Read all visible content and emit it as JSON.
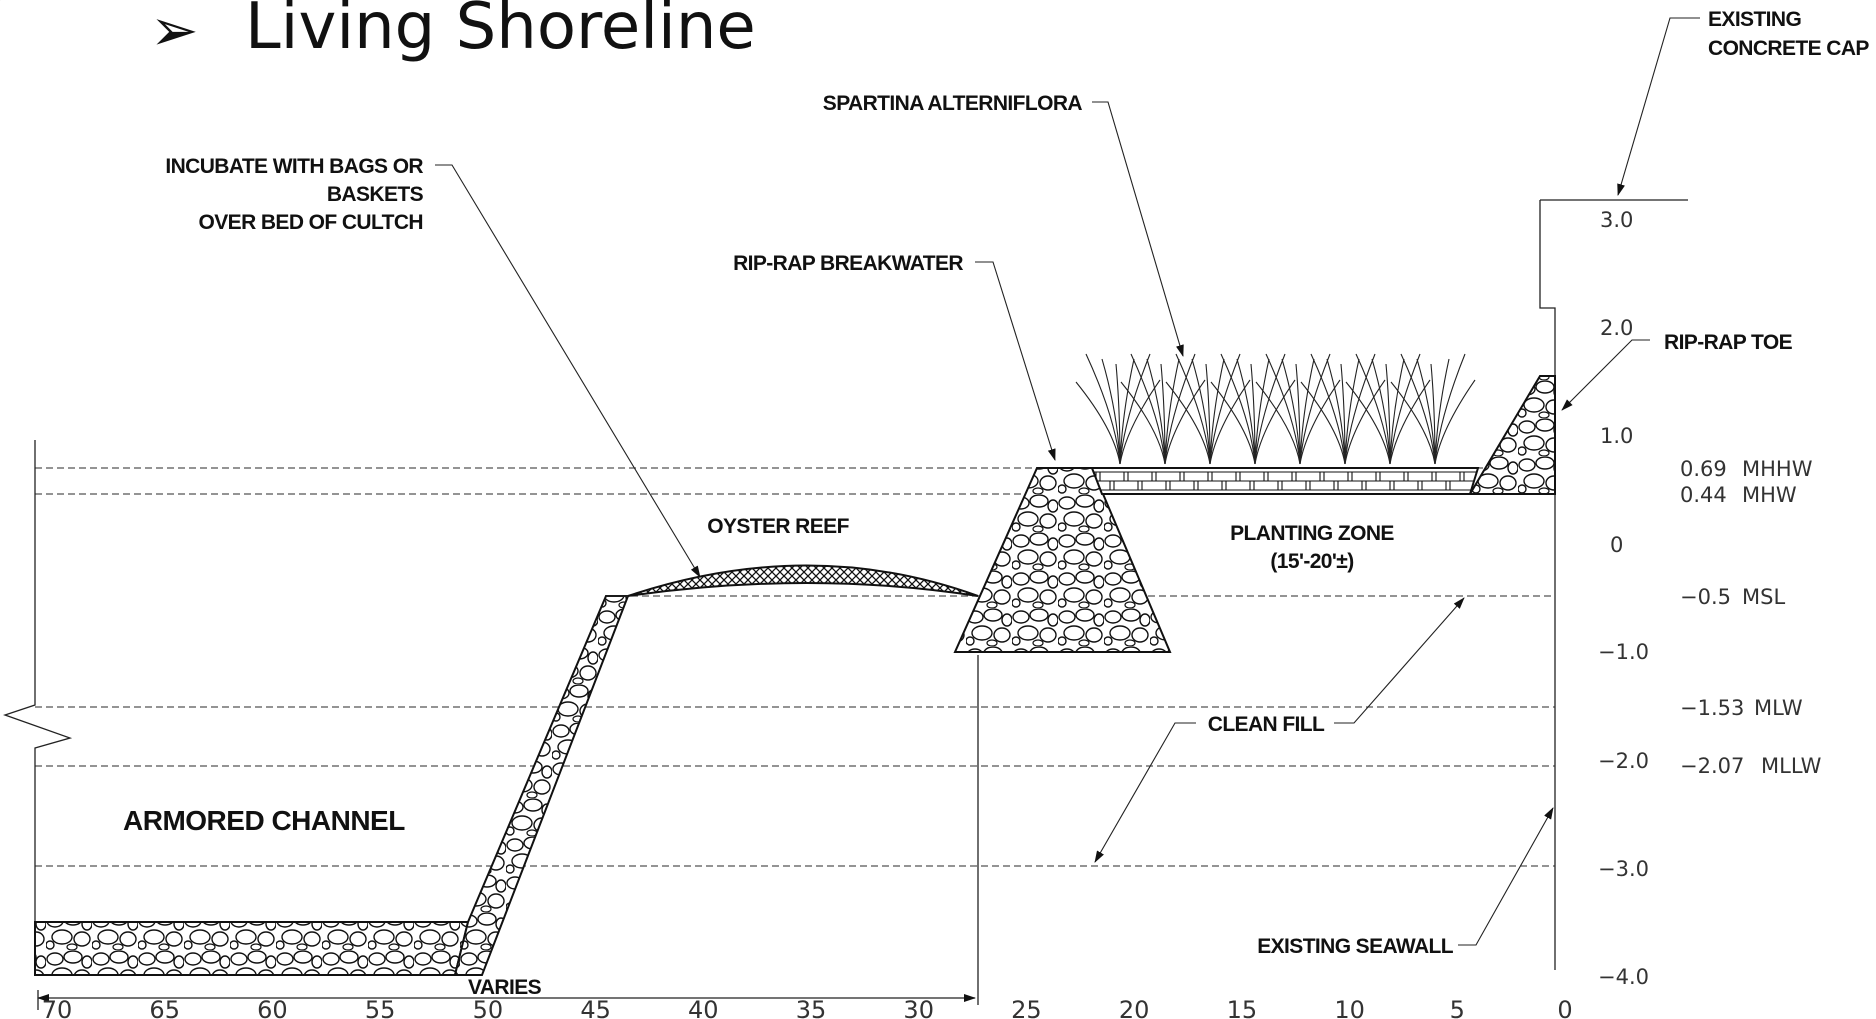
{
  "title": "Living Shoreline",
  "bullet_glyph": "➢",
  "labels": {
    "existing_concrete_cap": [
      "EXISTING",
      "CONCRETE CAP"
    ],
    "spartina": "SPARTINA ALTERNIFLORA",
    "incubate": [
      "INCUBATE WITH BAGS OR",
      "BASKETS",
      "OVER BED OF CULTCH"
    ],
    "rip_rap_breakwater": "RIP-RAP BREAKWATER",
    "rip_rap_toe": "RIP-RAP TOE",
    "oyster_reef": "OYSTER REEF",
    "planting_zone": [
      "PLANTING ZONE",
      "(15'-20'±)"
    ],
    "clean_fill": "CLEAN FILL",
    "armored_channel": "ARMORED CHANNEL",
    "existing_seawall": "EXISTING SEAWALL",
    "varies": "VARIES"
  },
  "elevations": [
    "3.0",
    "2.0",
    "1.0",
    "0",
    "−1.0",
    "−2.0",
    "−3.0",
    "−4.0"
  ],
  "datums": [
    {
      "value": "0.69",
      "name": "MHHW"
    },
    {
      "value": "0.44",
      "name": "MHW"
    },
    {
      "value": "−0.5",
      "name": "MSL"
    },
    {
      "value": "−1.53",
      "name": "MLW"
    },
    {
      "value": "−2.07",
      "name": "MLLW"
    }
  ],
  "distance_axis": [
    "70",
    "65",
    "60",
    "55",
    "50",
    "45",
    "40",
    "35",
    "30",
    "25",
    "20",
    "15",
    "10",
    "5",
    "0"
  ],
  "colors": {
    "line": "#111111",
    "dash": "#555555",
    "text": "#111111"
  }
}
